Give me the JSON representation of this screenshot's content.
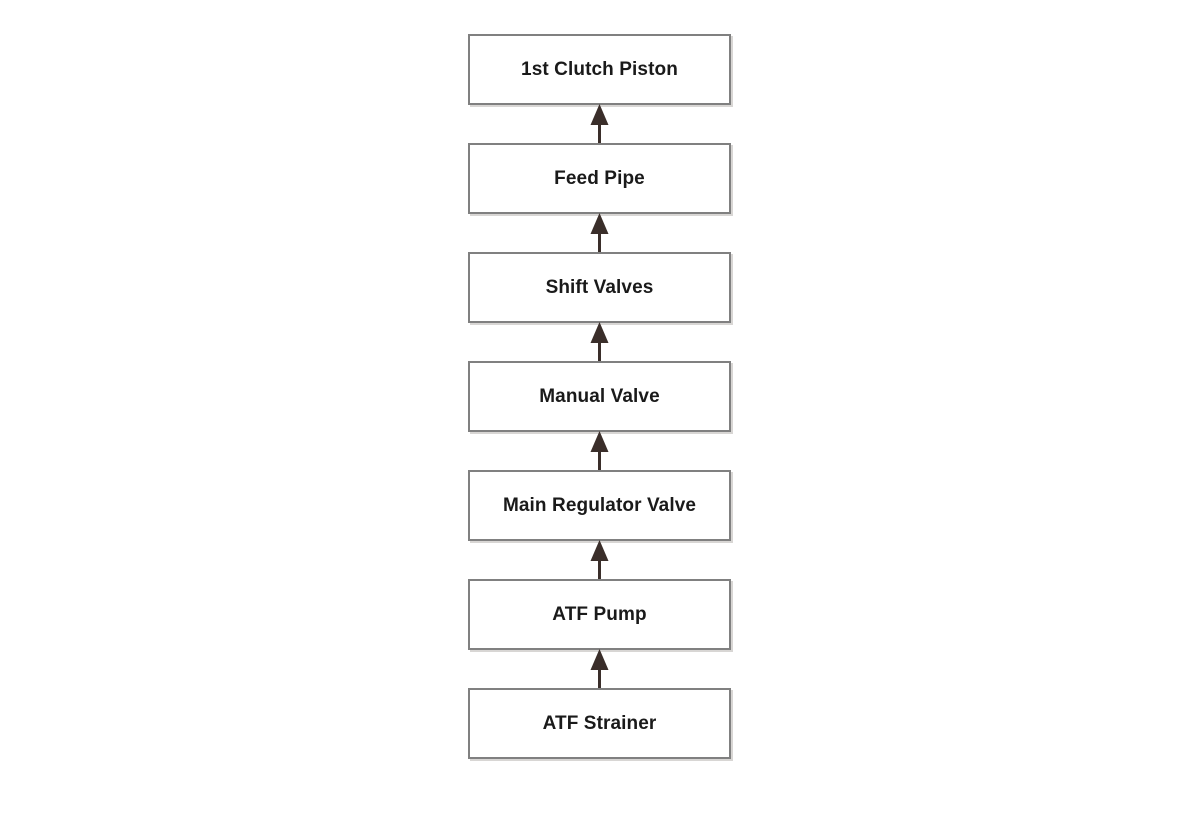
{
  "diagram": {
    "type": "flowchart",
    "orientation": "bottom-to-top",
    "title": "",
    "background_color": "#ffffff",
    "node_border_color": "#808080",
    "node_fill_color": "#ffffff",
    "node_text_color": "#1a1a1a",
    "arrow_color": "#3a2e2a",
    "nodes": [
      {
        "id": "clutch-piston",
        "label": "1st Clutch Piston"
      },
      {
        "id": "feed-pipe",
        "label": "Feed Pipe"
      },
      {
        "id": "shift-valves",
        "label": "Shift Valves"
      },
      {
        "id": "manual-valve",
        "label": "Manual Valve"
      },
      {
        "id": "main-regulator-valve",
        "label": "Main Regulator Valve"
      },
      {
        "id": "atf-pump",
        "label": "ATF Pump"
      },
      {
        "id": "atf-strainer",
        "label": "ATF Strainer"
      }
    ],
    "edges": [
      {
        "from": "atf-strainer",
        "to": "atf-pump",
        "direction": "up"
      },
      {
        "from": "atf-pump",
        "to": "main-regulator-valve",
        "direction": "up"
      },
      {
        "from": "main-regulator-valve",
        "to": "manual-valve",
        "direction": "up"
      },
      {
        "from": "manual-valve",
        "to": "shift-valves",
        "direction": "up"
      },
      {
        "from": "shift-valves",
        "to": "feed-pipe",
        "direction": "up"
      },
      {
        "from": "feed-pipe",
        "to": "clutch-piston",
        "direction": "up"
      }
    ]
  }
}
